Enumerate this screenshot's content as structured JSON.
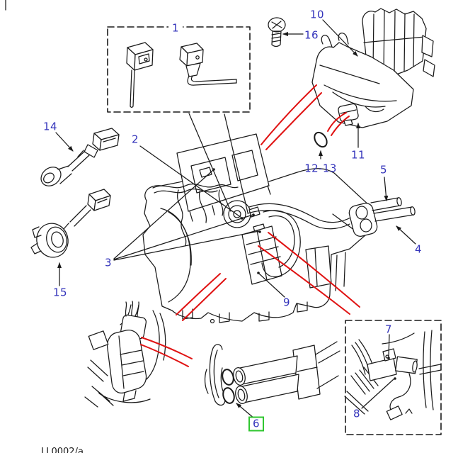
{
  "figure": {
    "type": "exploded-parts-diagram",
    "drawing_ref": "LL0002/a",
    "callouts": [
      {
        "label": "1"
      },
      {
        "label": "2"
      },
      {
        "label": "3"
      },
      {
        "label": "4"
      },
      {
        "label": "5"
      },
      {
        "label": "6",
        "highlighted": true
      },
      {
        "label": "7"
      },
      {
        "label": "8"
      },
      {
        "label": "9"
      },
      {
        "label": "10"
      },
      {
        "label": "11"
      },
      {
        "label": "12-13"
      },
      {
        "label": "14"
      },
      {
        "label": "15"
      },
      {
        "label": "16"
      }
    ],
    "colors": {
      "callout_text": "#3434bb",
      "highlight_box": "#2fc62f",
      "pointer_lines": "#e01212",
      "artwork": "#1a1a1a",
      "background": "#ffffff"
    }
  }
}
